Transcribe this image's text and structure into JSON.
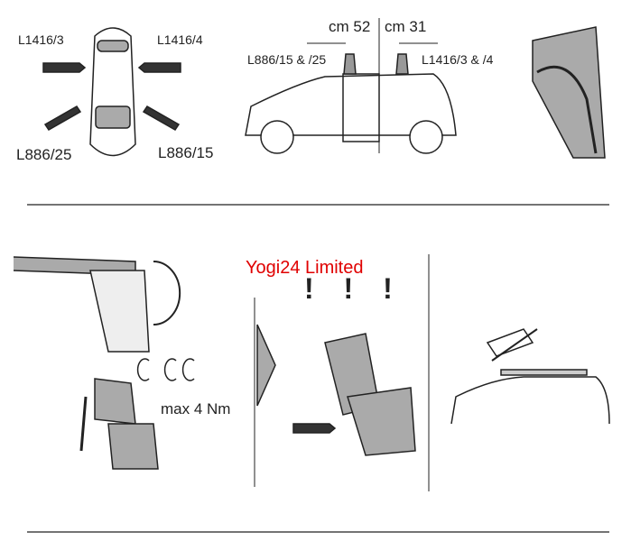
{
  "labels": {
    "front_left": "L1416/3",
    "front_right": "L1416/4",
    "rear_left": "L886/25",
    "rear_right": "L886/15",
    "dist_rear": "cm 52",
    "dist_front": "cm 31",
    "rear_feet": "L886/15 & /25",
    "front_feet": "L1416/3 & /4",
    "torque": "max 4 Nm",
    "warning": "! ! !"
  },
  "watermark": "Yogi24 Limited",
  "colors": {
    "gray_fill": "#aaaaaa",
    "watermark": "#e00000"
  }
}
